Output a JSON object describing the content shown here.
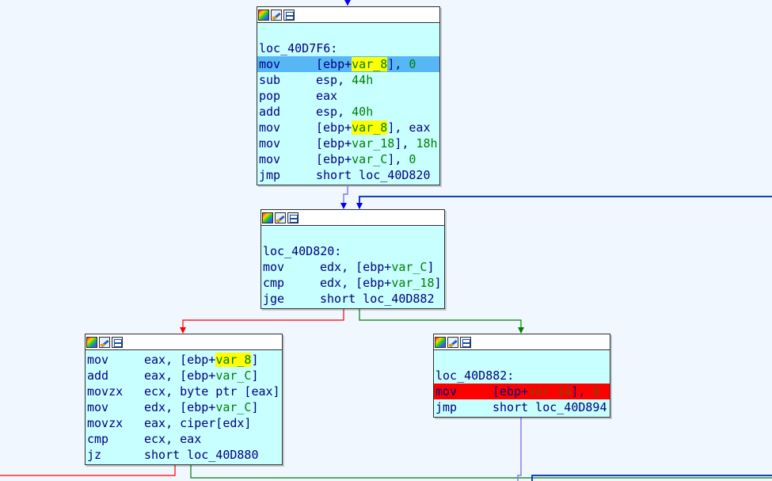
{
  "colors": {
    "background": "#f0f7ff",
    "node_fill": "#c8ffff",
    "edge_unconditional": "#0000ff",
    "edge_true": "#008000",
    "edge_false": "#ff0000",
    "selected_line": "#57b6f4",
    "breakpoint_line": "#ff0000",
    "highlight": "#ffff00"
  },
  "header_icons": [
    "color-picker-icon",
    "rename-icon",
    "graph-view-icon"
  ],
  "nodes": [
    {
      "id": "node-40D7F6",
      "label": "loc_40D7F6:",
      "lines": [
        {
          "mnemonic": "mov",
          "ops": [
            {
              "t": "[ebp+"
            },
            {
              "t": "var_8",
              "c": "var hl"
            },
            {
              "t": "], "
            },
            {
              "t": "0",
              "c": "num"
            }
          ],
          "state": "selected"
        },
        {
          "mnemonic": "sub",
          "ops": [
            {
              "t": "esp, "
            },
            {
              "t": "44h",
              "c": "num"
            }
          ]
        },
        {
          "mnemonic": "pop",
          "ops": [
            {
              "t": "eax"
            }
          ]
        },
        {
          "mnemonic": "add",
          "ops": [
            {
              "t": "esp, "
            },
            {
              "t": "40h",
              "c": "num"
            }
          ]
        },
        {
          "mnemonic": "mov",
          "ops": [
            {
              "t": "[ebp+"
            },
            {
              "t": "var_8",
              "c": "var hl"
            },
            {
              "t": "], eax"
            }
          ]
        },
        {
          "mnemonic": "mov",
          "ops": [
            {
              "t": "[ebp+"
            },
            {
              "t": "var_18",
              "c": "var"
            },
            {
              "t": "], "
            },
            {
              "t": "18h",
              "c": "num"
            }
          ]
        },
        {
          "mnemonic": "mov",
          "ops": [
            {
              "t": "[ebp+"
            },
            {
              "t": "var_C",
              "c": "var"
            },
            {
              "t": "], "
            },
            {
              "t": "0",
              "c": "num"
            }
          ]
        },
        {
          "mnemonic": "jmp",
          "ops": [
            {
              "t": "short loc_40D820"
            }
          ]
        }
      ]
    },
    {
      "id": "node-40D820",
      "label": "loc_40D820:",
      "lines": [
        {
          "mnemonic": "mov",
          "ops": [
            {
              "t": "edx, [ebp+"
            },
            {
              "t": "var_C",
              "c": "var"
            },
            {
              "t": "]"
            }
          ]
        },
        {
          "mnemonic": "cmp",
          "ops": [
            {
              "t": "edx, [ebp+"
            },
            {
              "t": "var_18",
              "c": "var"
            },
            {
              "t": "]"
            }
          ]
        },
        {
          "mnemonic": "jge",
          "ops": [
            {
              "t": "short loc_40D882"
            }
          ]
        }
      ]
    },
    {
      "id": "node-loop-body",
      "label": null,
      "lines": [
        {
          "mnemonic": "mov",
          "ops": [
            {
              "t": "eax, [ebp+"
            },
            {
              "t": "var_8",
              "c": "var hl"
            },
            {
              "t": "]"
            }
          ]
        },
        {
          "mnemonic": "add",
          "ops": [
            {
              "t": "eax, [ebp+"
            },
            {
              "t": "var_C",
              "c": "var"
            },
            {
              "t": "]"
            }
          ]
        },
        {
          "mnemonic": "movzx",
          "ops": [
            {
              "t": "ecx, byte ptr [eax]"
            }
          ]
        },
        {
          "mnemonic": "mov",
          "ops": [
            {
              "t": "edx, [ebp+"
            },
            {
              "t": "var_C",
              "c": "var"
            },
            {
              "t": "]"
            }
          ]
        },
        {
          "mnemonic": "movzx",
          "ops": [
            {
              "t": "eax, ciper[edx]"
            }
          ]
        },
        {
          "mnemonic": "cmp",
          "ops": [
            {
              "t": "ecx, eax"
            }
          ]
        },
        {
          "mnemonic": "jz",
          "ops": [
            {
              "t": "short loc_40D880"
            }
          ]
        }
      ]
    },
    {
      "id": "node-40D882",
      "label": "loc_40D882:",
      "lines": [
        {
          "mnemonic": "mov",
          "ops": [
            {
              "t": "[ebp+"
            },
            {
              "t": "var_14",
              "c": "var"
            },
            {
              "t": "], "
            },
            {
              "t": "0",
              "c": "num"
            }
          ],
          "state": "breakpoint"
        },
        {
          "mnemonic": "jmp",
          "ops": [
            {
              "t": "short loc_40D894"
            }
          ]
        }
      ]
    }
  ]
}
